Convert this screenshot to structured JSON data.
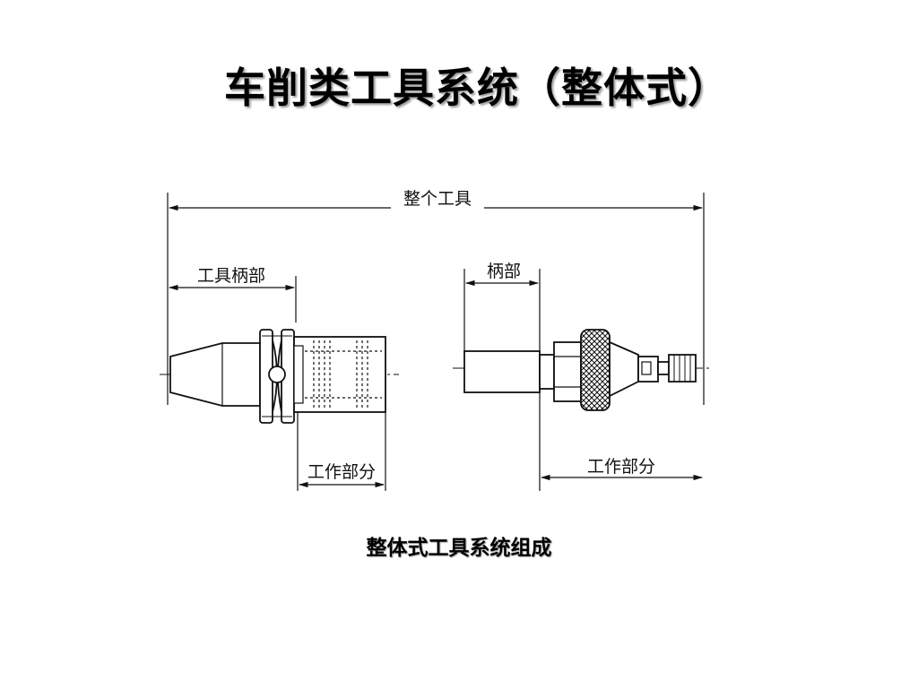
{
  "title": "车削类工具系统（整体式）",
  "diagram": {
    "labels": {
      "whole_tool": "整个工具",
      "tool_shank_left": "工具柄部",
      "shank_right": "柄部",
      "working_part_left": "工作部分",
      "working_part_right": "工作部分"
    }
  },
  "caption": "整体式工具系统组成"
}
